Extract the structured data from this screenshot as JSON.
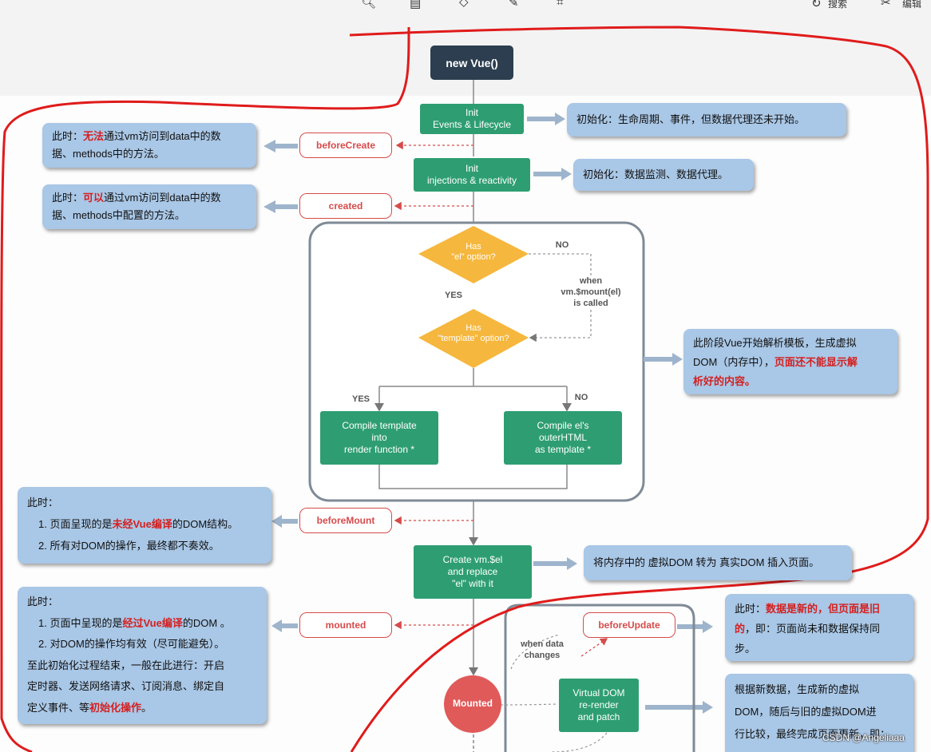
{
  "toolbar": {
    "icons": [
      "search-icon",
      "clipboard-icon",
      "diamond-icon",
      "pen-icon",
      "crop-icon"
    ],
    "search_label": "搜索",
    "edit_label": "编辑"
  },
  "flow": {
    "new_vue": "new Vue()",
    "init_events": [
      "Init",
      "Events & Lifecycle"
    ],
    "init_injections": [
      "Init",
      "injections & reactivity"
    ],
    "has_el": [
      "Has",
      "\"el\" option?"
    ],
    "has_template": [
      "Has",
      "\"template\" option?"
    ],
    "yes1": "YES",
    "no1": "NO",
    "yes2": "YES",
    "no2": "NO",
    "when_mount": [
      "when",
      "vm.$mount(el)",
      "is called"
    ],
    "compile_template": [
      "Compile template",
      "into",
      "render function *"
    ],
    "compile_el": [
      "Compile el's",
      "outerHTML",
      "as template *"
    ],
    "create_el": [
      "Create vm.$el",
      "and replace",
      "\"el\" with it"
    ],
    "mounted_circle": "Mounted",
    "when_data_changes": [
      "when data",
      "changes"
    ],
    "virtual_dom": [
      "Virtual DOM",
      "re-render",
      "and patch"
    ]
  },
  "hooks": {
    "before_create": "beforeCreate",
    "created": "created",
    "before_mount": "beforeMount",
    "mounted": "mounted",
    "before_update": "beforeUpdate"
  },
  "notes": {
    "init_events": "初始化：生命周期、事件，但数据代理还未开始。",
    "init_injections": "初始化：数据监测、数据代理。",
    "before_create": {
      "line1_a": "此时：",
      "line1_red": "无法",
      "line1_b": "通过vm访问到data中的数",
      "line2": "据、methods中的方法。"
    },
    "created": {
      "line1_a": "此时：",
      "line1_red": "可以",
      "line1_b": "通过vm访问到data中的数",
      "line2": "据、methods中配置的方法。"
    },
    "template_phase": {
      "line1": "此阶段Vue开始解析模板，生成虚拟",
      "line2_a": "DOM（内存中），",
      "line2_red": "页面还不能显示解",
      "line3_red": "析好的内容。"
    },
    "before_mount": {
      "line1": "此时：",
      "line2_a": "1. 页面呈现的是",
      "line2_red": "未经Vue编译",
      "line2_b": "的DOM结构。",
      "line3": "2. 所有对DOM的操作，最终都不奏效。"
    },
    "create_el": "将内存中的 虚拟DOM 转为 真实DOM 插入页面。",
    "mounted": {
      "line1": "此时：",
      "line2_a": "1. 页面中呈现的是",
      "line2_red": "经过Vue编译",
      "line2_b": "的DOM 。",
      "line3": "2. 对DOM的操作均有效（尽可能避免）。",
      "line4": "至此初始化过程结束，一般在此进行：开启",
      "line5": "定时器、发送网络请求、订阅消息、绑定自",
      "line6_a": "定义事件、等",
      "line6_red": "初始化操作",
      "line6_b": "。"
    },
    "before_update": {
      "line1_a": "此时：",
      "line1_red": "数据是新的，但页面是旧",
      "line2_red": "的",
      "line2_b": "，即：页面尚未和数据保持同",
      "line3": "步。"
    },
    "virtual_dom": {
      "line1": "根据新数据，生成新的虚拟",
      "line2": "DOM，随后与旧的虚拟DOM进",
      "line3": "行比较，最终完成页面更新，即："
    }
  },
  "watermark": "CSDN @Angeliaaa",
  "colors": {
    "dark_box": "#2c3e50",
    "green_box": "#2e9e72",
    "diamond": "#f5b73d",
    "hook_red": "#d64b4b",
    "note_blue": "#a9c7e6",
    "marker_red": "#e01b1b",
    "mounted_circle": "#e05a5a"
  }
}
